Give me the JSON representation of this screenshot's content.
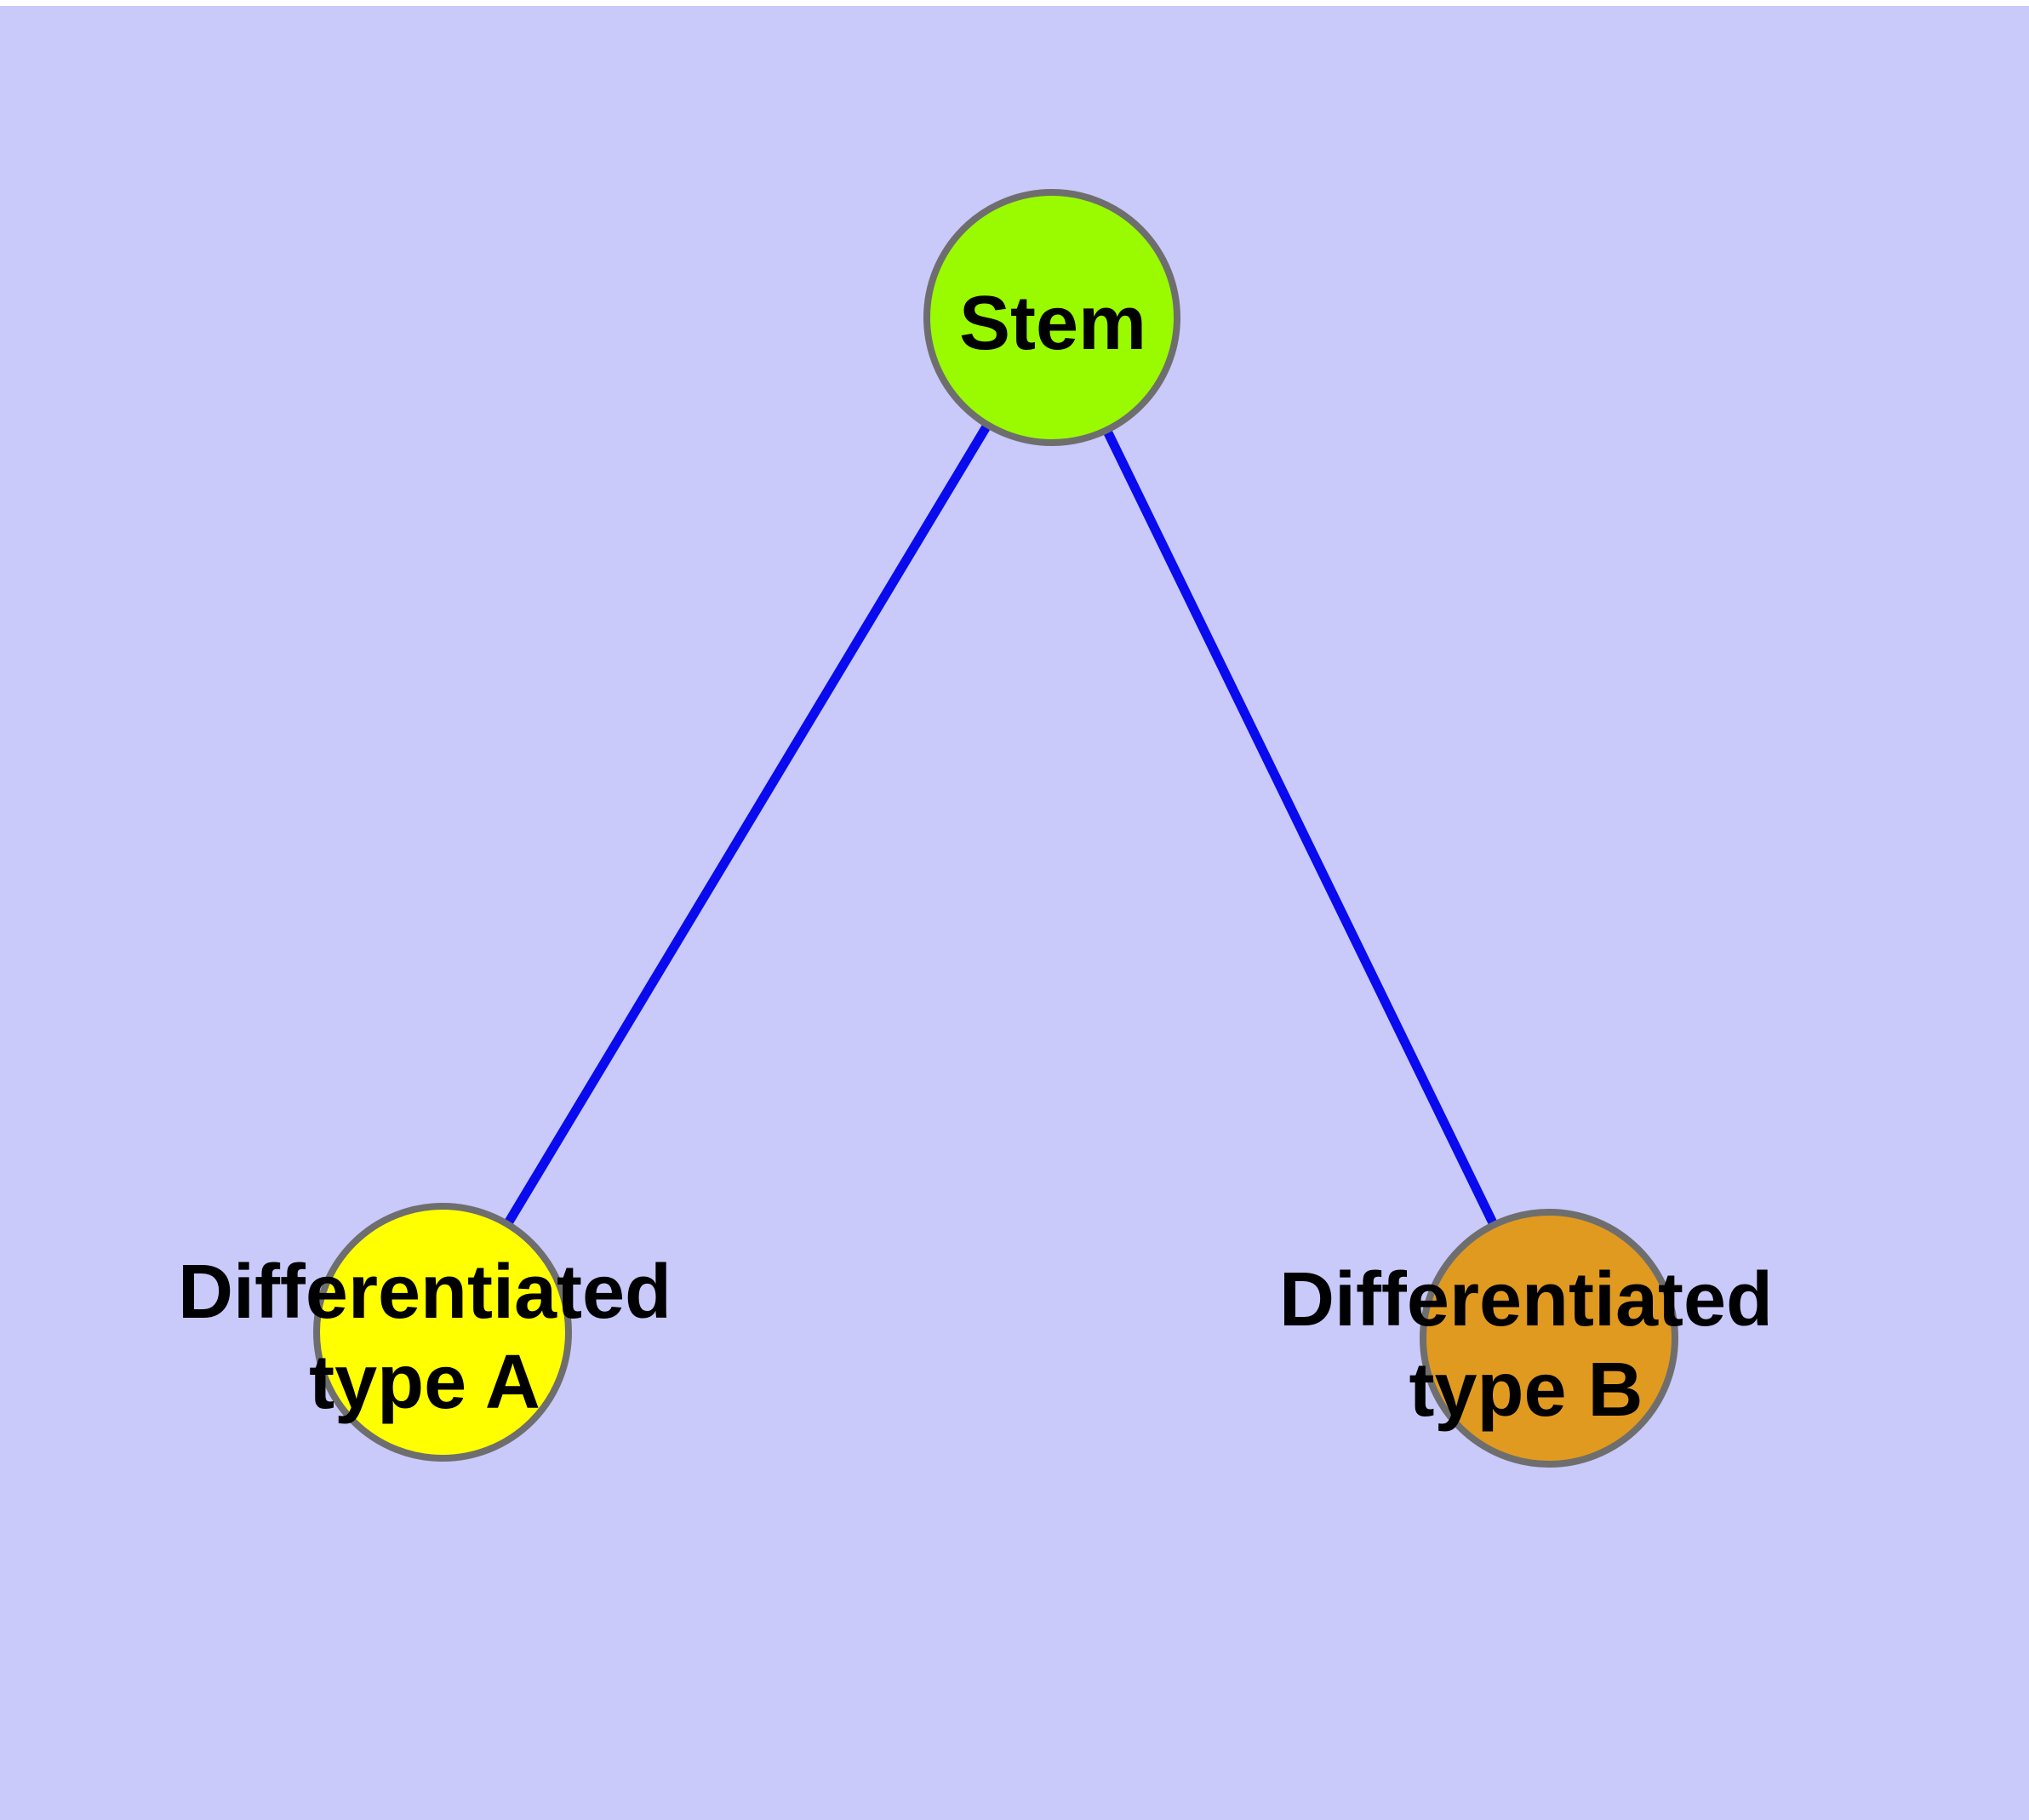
{
  "figure": {
    "background_color": "#C9C9FA",
    "top_strip_color": "#FFFFFF",
    "edge_color": "#0A0AEE",
    "node_border_color": "#6E6E6E",
    "text_color": "#000000"
  },
  "nodes": {
    "stem": {
      "label": "Stem",
      "fill": "#9AFB00"
    },
    "type_a": {
      "label_line1": "Differentiated",
      "label_line2": "type A",
      "fill": "#FFFF00"
    },
    "type_b": {
      "label_line1": "Differentiated",
      "label_line2": "type B",
      "fill": "#E19A20"
    }
  },
  "edges": [
    {
      "from": "Stem",
      "to": "Differentiated type A"
    },
    {
      "from": "Stem",
      "to": "Differentiated type B"
    }
  ]
}
